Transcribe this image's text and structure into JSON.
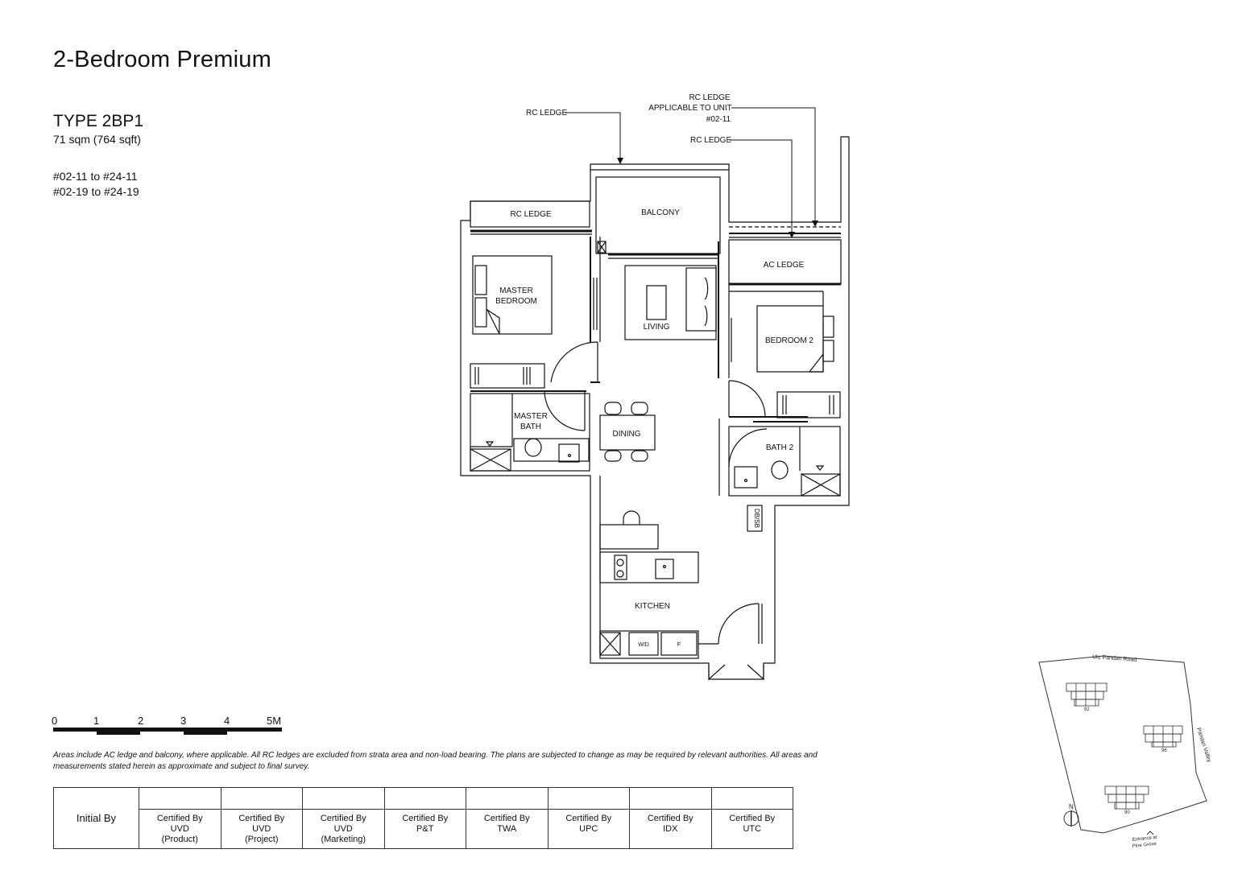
{
  "header": {
    "title": "2-Bedroom Premium",
    "type": "TYPE 2BP1",
    "area": "71 sqm (764 sqft)",
    "units": [
      "#02-11 to #24-11",
      "#02-19 to #24-19"
    ]
  },
  "plan": {
    "callouts": {
      "rc_ledge_top": "RC LEDGE",
      "rc_ledge_unit_line1": "RC LEDGE",
      "rc_ledge_unit_line2": "APPLICABLE TO UNIT",
      "rc_ledge_unit_line3": "#02-11",
      "rc_ledge_right": "RC LEDGE"
    },
    "rooms": {
      "rc_ledge": "RC LEDGE",
      "balcony": "BALCONY",
      "ac_ledge": "AC LEDGE",
      "master_bedroom_1": "MASTER",
      "master_bedroom_2": "BEDROOM",
      "living": "LIVING",
      "bedroom2": "BEDROOM 2",
      "master_bath_1": "MASTER",
      "master_bath_2": "BATH",
      "dining": "DINING",
      "bath2": "BATH 2",
      "dbsb": "DB/SB",
      "kitchen": "KITCHEN",
      "wd": "W/D",
      "fridge": "F"
    }
  },
  "scale": {
    "ticks": [
      "0",
      "1",
      "2",
      "3",
      "4",
      "5M"
    ]
  },
  "disclaimer": "Areas include AC ledge and balcony, where applicable. All RC ledges are excluded from strata area and non-load bearing. The plans are subjected to change as may be required by relevant authorities. All areas and measurements stated herein as approximate and subject to final survey.",
  "certification": {
    "initial_label": "Initial By",
    "columns": [
      {
        "line1": "Certified By",
        "line2": "UVD",
        "line3": "(Product)"
      },
      {
        "line1": "Certified By",
        "line2": "UVD",
        "line3": "(Project)"
      },
      {
        "line1": "Certified By",
        "line2": "UVD",
        "line3": "(Marketing)"
      },
      {
        "line1": "Certified By",
        "line2": "P&T",
        "line3": ""
      },
      {
        "line1": "Certified By",
        "line2": "TWA",
        "line3": ""
      },
      {
        "line1": "Certified By",
        "line2": "UPC",
        "line3": ""
      },
      {
        "line1": "Certified By",
        "line2": "IDX",
        "line3": ""
      },
      {
        "line1": "Certified By",
        "line2": "UTC",
        "line3": ""
      }
    ]
  },
  "site_plan": {
    "road_top": "Ulu Pandan Road",
    "road_right": "Pandan Valley",
    "entrance_1": "Entrance at",
    "entrance_2": "Pine Grove",
    "north": "N",
    "blocks": [
      "92",
      "96",
      "90"
    ]
  }
}
